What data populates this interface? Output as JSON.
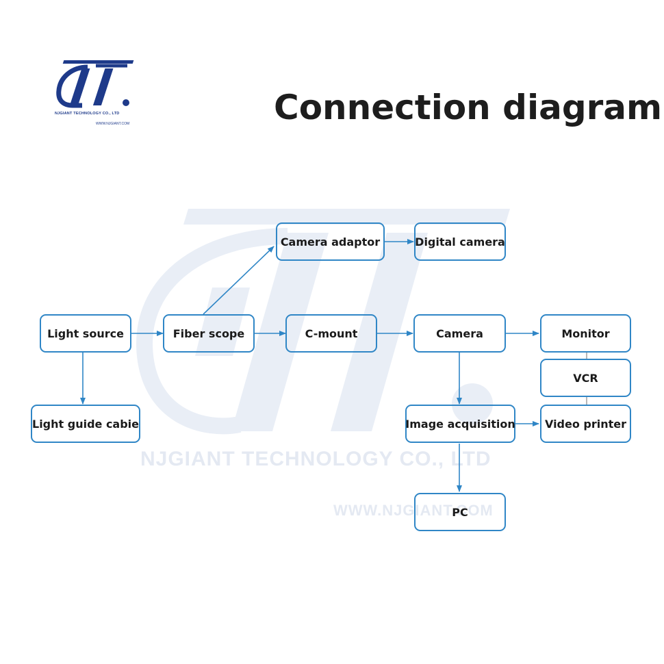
{
  "header": {
    "title": "Connection diagram",
    "logo": {
      "letters": "dJT.",
      "company": "NJGIANT TECHNOLOGY CO., LTD",
      "url": "WWW.NJGIANT.COM"
    }
  },
  "watermark": {
    "company": "NJGIANT TECHNOLOGY CO., LTD",
    "url": "WWW.NJGIANT.COM"
  },
  "colors": {
    "accent": "#2f86c6",
    "logo": "#1e3a8a",
    "watermark": "#e4e9f2",
    "text": "#1a1a1a"
  },
  "nodes": {
    "camera_adaptor": "Camera adaptor",
    "digital_camera": "Digital camera",
    "light_source": "Light source",
    "fiber_scope": "Fiber scope",
    "c_mount": "C-mount",
    "camera": "Camera",
    "monitor": "Monitor",
    "vcr": "VCR",
    "light_guide_cable": "Light guide cabie",
    "image_acquisition": "Image acquisition",
    "video_printer": "Video printer",
    "pc": "PC"
  }
}
